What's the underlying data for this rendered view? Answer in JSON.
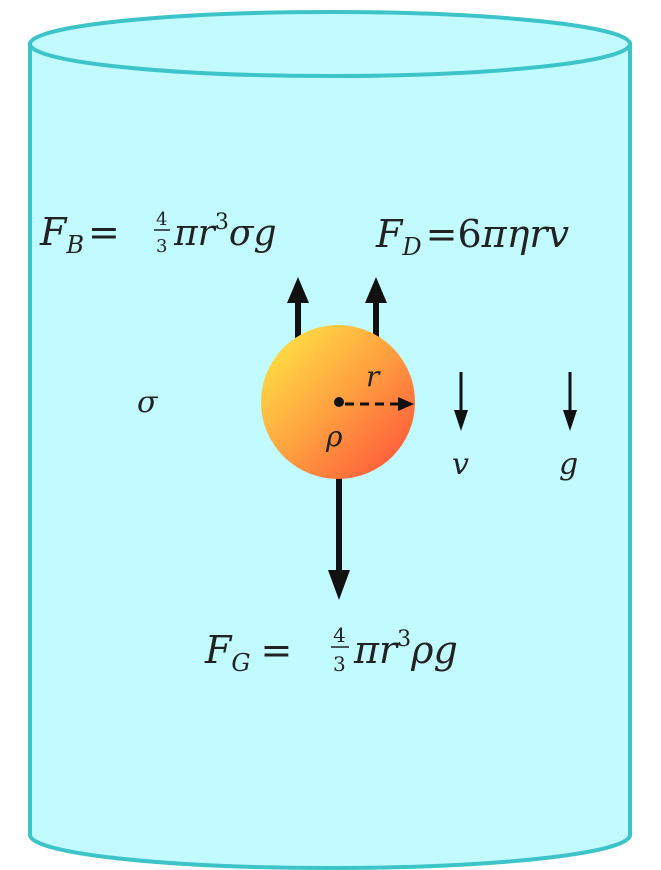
{
  "colors": {
    "fluid_fill": "#c2fbff",
    "fluid_edge": "#3cc4c8",
    "sphere_light": "#ffee44",
    "sphere_mid": "#ffa040",
    "sphere_dark": "#ff4a3a",
    "arrow": "#111111",
    "text": "#222222"
  },
  "labels": {
    "sigma": "σ",
    "r": "r",
    "rho": "ρ",
    "v": "v",
    "g": "g"
  },
  "formulas": {
    "buoyancy": {
      "F": "F",
      "sub": "B",
      "eq": "=",
      "frac_num": "4",
      "frac_den": "3",
      "rest_pre": "π",
      "rest_r": "r",
      "exp": "3",
      "rest_post": "σg"
    },
    "drag": {
      "F": "F",
      "sub": "D",
      "eq": "=",
      "coef": "6",
      "rest": "πηrv"
    },
    "gravity": {
      "F": "F",
      "sub": "G",
      "eq": "=",
      "frac_num": "4",
      "frac_den": "3",
      "rest_pre": "π",
      "rest_r": "r",
      "exp": "3",
      "rest_post": "ρg"
    }
  }
}
